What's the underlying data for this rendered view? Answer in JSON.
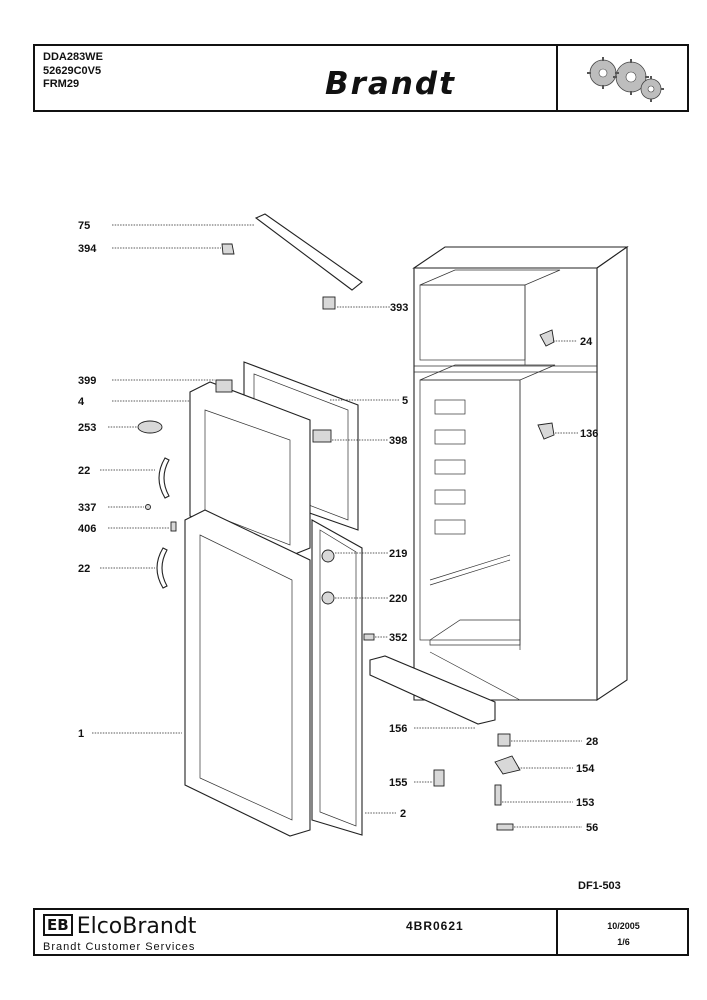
{
  "header": {
    "model_lines": [
      "DDA283WE",
      "52629C0V5",
      "FRM29"
    ],
    "brand": "Brandt",
    "logo_icon": "gears-icon"
  },
  "diagram": {
    "callouts": [
      {
        "label": "75"
      },
      {
        "label": "394"
      },
      {
        "label": "393"
      },
      {
        "label": "24"
      },
      {
        "label": "399"
      },
      {
        "label": "4"
      },
      {
        "label": "5"
      },
      {
        "label": "253"
      },
      {
        "label": "398"
      },
      {
        "label": "136"
      },
      {
        "label": "22"
      },
      {
        "label": "337"
      },
      {
        "label": "406"
      },
      {
        "label": "219"
      },
      {
        "label": "22"
      },
      {
        "label": "220"
      },
      {
        "label": "352"
      },
      {
        "label": "1"
      },
      {
        "label": "156"
      },
      {
        "label": "28"
      },
      {
        "label": "155"
      },
      {
        "label": "154"
      },
      {
        "label": "153"
      },
      {
        "label": "2"
      },
      {
        "label": "56"
      }
    ]
  },
  "reference": "DF1-503",
  "footer": {
    "company_mark": "EB",
    "company": "ElcoBrandt",
    "service": "Brandt Customer Services",
    "doc_number": "4BR0621",
    "date": "10/2005",
    "page": "1/6"
  }
}
